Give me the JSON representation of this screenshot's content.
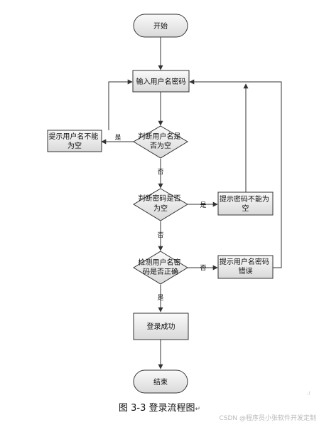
{
  "flowchart": {
    "nodes": {
      "start": "开始",
      "input": "输入用户名密码",
      "check_user": [
        "判断用户名是",
        "否为空"
      ],
      "msg_user_empty": [
        "提示用户名不能",
        "为空"
      ],
      "check_pwd": [
        "判断密码是否",
        "为空"
      ],
      "msg_pwd_empty": [
        "提示密码不能为",
        "空"
      ],
      "verify": [
        "检测用户名密",
        "码是否正确"
      ],
      "msg_wrong": [
        "提示用户名密码",
        "错误"
      ],
      "success": "登录成功",
      "end": "结束"
    },
    "edge_labels": {
      "user_empty_yes": "是",
      "user_empty_no": "否",
      "pwd_empty_yes": "是",
      "pwd_empty_no": "否",
      "verify_no": "否",
      "verify_yes": "是"
    }
  },
  "caption": "图 3-3 登录流程图",
  "caption_mark": "↵",
  "watermark": "CSDN @程序员小张软件开发定制",
  "corner_mark": ".:"
}
